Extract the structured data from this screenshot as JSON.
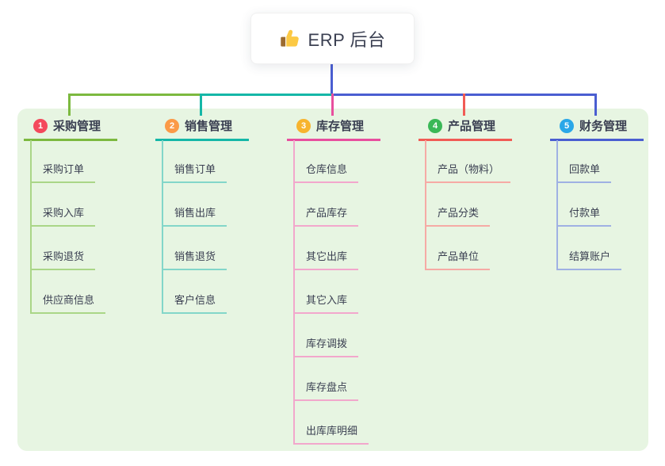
{
  "root": {
    "label": "ERP 后台",
    "icon": "thumbs-up-icon"
  },
  "branches": [
    {
      "number": "1",
      "label": "采购管理",
      "color": "#7cb93f",
      "light_color": "#aad687",
      "badge_color": "#f4495c",
      "children": [
        "采购订单",
        "采购入库",
        "采购退货",
        "供应商信息"
      ]
    },
    {
      "number": "2",
      "label": "销售管理",
      "color": "#15b7a7",
      "light_color": "#83d6c9",
      "badge_color": "#fb9a47",
      "children": [
        "销售订单",
        "销售出库",
        "销售退货",
        "客户信息"
      ]
    },
    {
      "number": "3",
      "label": "库存管理",
      "color": "#e84f9e",
      "light_color": "#f2a7cc",
      "badge_color": "#f7b42e",
      "children": [
        "仓库信息",
        "产品库存",
        "其它出库",
        "其它入库",
        "库存调拨",
        "库存盘点",
        "出库库明细"
      ]
    },
    {
      "number": "4",
      "label": "产品管理",
      "color": "#f15b55",
      "light_color": "#f6aaa5",
      "badge_color": "#3ab857",
      "children": [
        "产品（物料）",
        "产品分类",
        "产品单位"
      ]
    },
    {
      "number": "5",
      "label": "财务管理",
      "color": "#4a5ed1",
      "light_color": "#9fb1e3",
      "badge_color": "#2aa7e8",
      "children": [
        "回款单",
        "付款单",
        "结算账户"
      ]
    }
  ],
  "colors": {
    "panel_bg": "#e7f5e2",
    "root_stem": "#4a5ed1",
    "text": "#3a3f51",
    "card_bg": "#ffffff"
  }
}
